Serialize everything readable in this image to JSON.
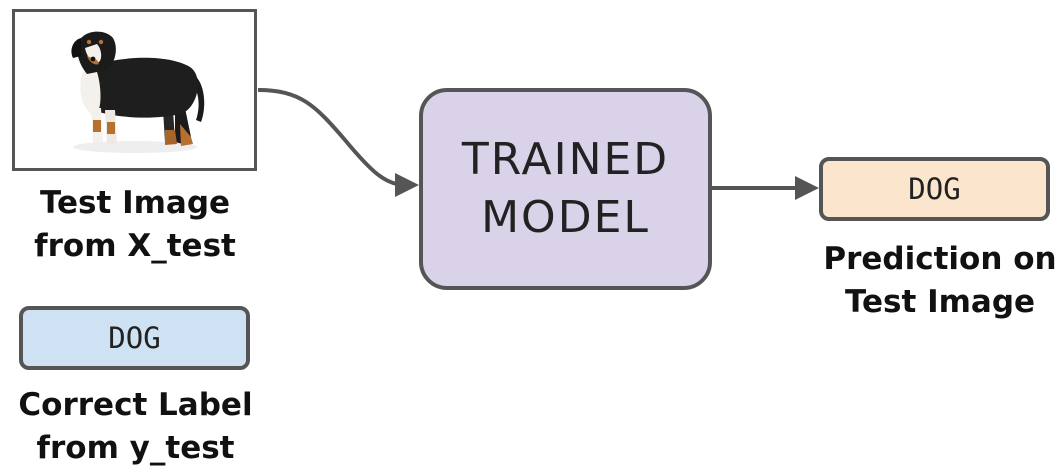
{
  "test_image": {
    "caption": "Test Image\nfrom X_test",
    "subject_icon": "dog-photo"
  },
  "model": {
    "label": "TRAINED\nMODEL"
  },
  "prediction": {
    "value": "DOG",
    "caption": "Prediction on\nTest Image"
  },
  "correct": {
    "value": "DOG",
    "caption": "Correct Label\nfrom y_test"
  },
  "colors": {
    "model_fill": "#d9d2e9",
    "prediction_fill": "#fce5cd",
    "correct_fill": "#cfe2f3",
    "stroke": "#555555"
  }
}
